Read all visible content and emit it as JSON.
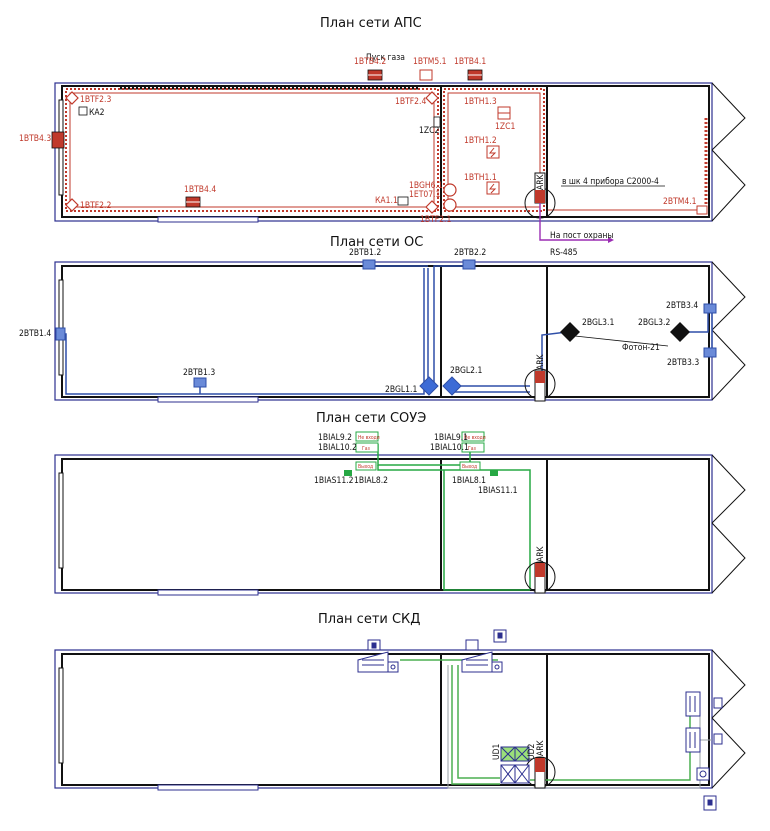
{
  "sections": {
    "aps": {
      "title": "План сети АПС",
      "labels": {
        "btm51": "1BTM5.1",
        "pusk": "Пуск газа",
        "btb42": "1BTB4.2",
        "btb41": "1BTB4.1",
        "btf23": "1BTF2.3",
        "ka2": "КА2",
        "btf24": "1BTF2.4",
        "btb43": "1BTB4.3",
        "zc2": "1ZC2",
        "bth13": "1BTH1.3",
        "zc1": "1ZC1",
        "bth12": "1BTH1.2",
        "bth11": "1BTH1.1",
        "vshk": "в шк 4 прибора С2000-4",
        "bgh61": "1BGH6.1",
        "et071": "1ET07.1",
        "btb44": "1BTB4.4",
        "ka11": "КА1.1",
        "btf22": "1BTF2.2",
        "btf21": "1BTF2.1",
        "btm41": "2BTM4.1",
        "ark": "ARK",
        "post": "На пост охраны",
        "rs485": "RS-485"
      }
    },
    "os": {
      "title": "План сети ОС",
      "labels": {
        "btb12": "2BTB1.2",
        "btb22": "2BTB2.2",
        "btb14": "2BTB1.4",
        "btb34": "2BTB3.4",
        "bgl31": "2BGL3.1",
        "bgl32": "2BGL3.2",
        "foton": "Фотон-21",
        "btb33": "2BTB3.3",
        "btb13": "2BTB1.3",
        "bgl21": "2BGL2.1",
        "bgl11": "2BGL1.1",
        "ark": "ARK"
      }
    },
    "soue": {
      "title": "План сети СОУЭ",
      "labels": {
        "bial92": "1BIAL9.2",
        "bial102": "1BIAL10.2",
        "bial91": "1BIAL9.1",
        "bial101": "1BIAL10.1",
        "bias112": "1BIAS11.2",
        "bial82": "1BIAL8.2",
        "bial81": "1BIAL8.1",
        "bias111": "1BIAS11.1",
        "exit": "Не входи",
        "gas": "Газ",
        "exit2": "Выход",
        "ark": "ARK"
      }
    },
    "skd": {
      "title": "План сети СКД",
      "labels": {
        "ark": "ARK",
        "ud1": "UD1",
        "ud2": "UD2"
      }
    }
  },
  "colors": {
    "outline": "#2c2f8f",
    "wall": "#111111",
    "aps": "#c0392b",
    "os": "#2f4fa8",
    "soue": "#27a844",
    "skd_device": "#2c2f8f",
    "skd_cable": "#4caf50"
  }
}
